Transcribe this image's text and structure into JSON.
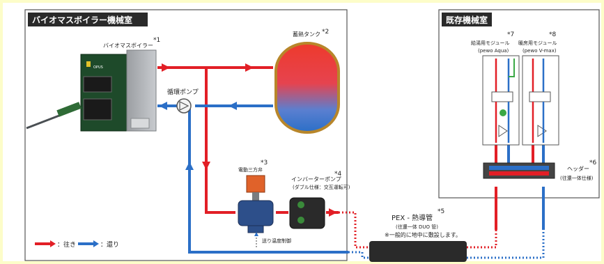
{
  "rooms": {
    "boiler_room": {
      "title": "バイオマスボイラー機械室"
    },
    "existing_room": {
      "title": "既存機械室"
    }
  },
  "labels": {
    "boiler": "バイオマスボイラー",
    "boiler_ref": "*1",
    "tank": "蓄熱タンク",
    "tank_ref": "*2",
    "circ_pump": "循環ポンプ",
    "valve": "電動三方弁",
    "valve_ref": "*3",
    "inverter_pump_line1": "インバーターポンプ",
    "inverter_pump_line2": "(ダブル仕様：交互運転可)",
    "inverter_pump_ref": "*4",
    "return_temp": "送り温度制御",
    "pex_title": "PEX - 熱導管",
    "pex_ref": "*5",
    "pex_sub": "(往還一体 DUO 管)",
    "pex_note": "※一般的に地中に敷設します。",
    "module1_line1": "給湯用モジュール",
    "module1_line2": "(pewo Aqua)",
    "module1_ref": "*7",
    "module2_line1": "暖房用モジュール",
    "module2_line2": "(pewo V-max)",
    "module2_ref": "*8",
    "header_line1": "ヘッダー",
    "header_line2": "(往還一体仕様)",
    "header_ref": "*6",
    "boiler_brand": "OPUS"
  },
  "legend": {
    "supply": "：往き",
    "return": "：還り"
  },
  "colors": {
    "supply": "#e21f26",
    "return": "#2b6fc7",
    "room_title_bg": "#2a2a2a",
    "boiler_green": "#1e4a2a",
    "valve_blue": "#2d4f8a",
    "actuator_orange": "#e0622a"
  }
}
